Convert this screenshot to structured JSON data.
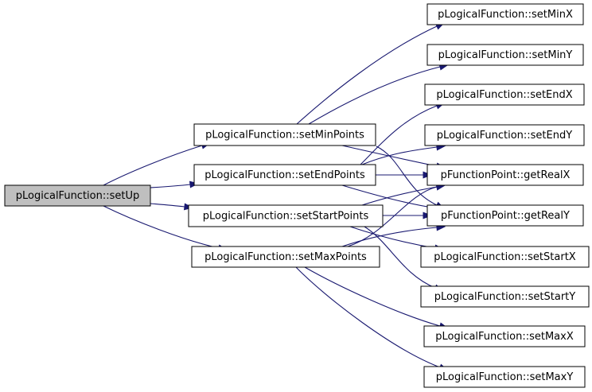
{
  "graph": {
    "colors": {
      "edge": "#191970",
      "root_fill": "#bfbfbf",
      "node_fill": "#ffffff",
      "node_stroke": "#000000"
    },
    "nodes": [
      {
        "id": "setUp",
        "label": "pLogicalFunction::setUp",
        "root": true
      },
      {
        "id": "setMinPoints",
        "label": "pLogicalFunction::setMinPoints"
      },
      {
        "id": "setEndPoints",
        "label": "pLogicalFunction::setEndPoints"
      },
      {
        "id": "setStartPoints",
        "label": "pLogicalFunction::setStartPoints"
      },
      {
        "id": "setMaxPoints",
        "label": "pLogicalFunction::setMaxPoints"
      },
      {
        "id": "setMinX",
        "label": "pLogicalFunction::setMinX"
      },
      {
        "id": "setMinY",
        "label": "pLogicalFunction::setMinY"
      },
      {
        "id": "setEndX",
        "label": "pLogicalFunction::setEndX"
      },
      {
        "id": "setEndY",
        "label": "pLogicalFunction::setEndY"
      },
      {
        "id": "getRealX",
        "label": "pFunctionPoint::getRealX"
      },
      {
        "id": "getRealY",
        "label": "pFunctionPoint::getRealY"
      },
      {
        "id": "setStartX",
        "label": "pLogicalFunction::setStartX"
      },
      {
        "id": "setStartY",
        "label": "pLogicalFunction::setStartY"
      },
      {
        "id": "setMaxX",
        "label": "pLogicalFunction::setMaxX"
      },
      {
        "id": "setMaxY",
        "label": "pLogicalFunction::setMaxY"
      }
    ],
    "edges": [
      {
        "from": "setUp",
        "to": "setMinPoints"
      },
      {
        "from": "setUp",
        "to": "setEndPoints"
      },
      {
        "from": "setUp",
        "to": "setStartPoints"
      },
      {
        "from": "setUp",
        "to": "setMaxPoints"
      },
      {
        "from": "setMinPoints",
        "to": "setMinX"
      },
      {
        "from": "setMinPoints",
        "to": "setMinY"
      },
      {
        "from": "setMinPoints",
        "to": "getRealX"
      },
      {
        "from": "setMinPoints",
        "to": "getRealY"
      },
      {
        "from": "setEndPoints",
        "to": "setEndX"
      },
      {
        "from": "setEndPoints",
        "to": "setEndY"
      },
      {
        "from": "setEndPoints",
        "to": "getRealX"
      },
      {
        "from": "setEndPoints",
        "to": "getRealY"
      },
      {
        "from": "setStartPoints",
        "to": "getRealX"
      },
      {
        "from": "setStartPoints",
        "to": "getRealY"
      },
      {
        "from": "setStartPoints",
        "to": "setStartX"
      },
      {
        "from": "setStartPoints",
        "to": "setStartY"
      },
      {
        "from": "setMaxPoints",
        "to": "getRealX"
      },
      {
        "from": "setMaxPoints",
        "to": "getRealY"
      },
      {
        "from": "setMaxPoints",
        "to": "setMaxX"
      },
      {
        "from": "setMaxPoints",
        "to": "setMaxY"
      }
    ]
  }
}
